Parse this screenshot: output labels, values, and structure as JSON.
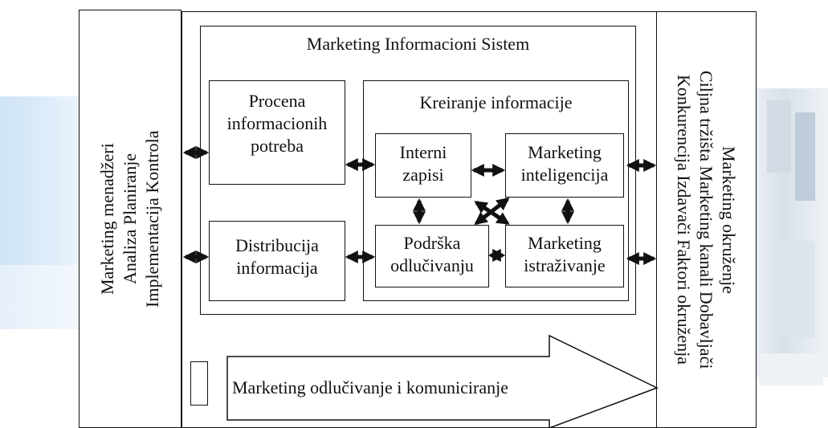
{
  "left_panel": {
    "line1": "Marketing menadžeri",
    "line2": "Analiza Planiranje",
    "line3": "Implementacija Kontrola"
  },
  "right_panel": {
    "line1": "Marketing okruženje",
    "line2": "Ciljna tržišta Marketing kanali Dobavljači",
    "line3": "Konkurencija Izdavači Faktori okruženja"
  },
  "mis": {
    "title": "Marketing Informacioni Sistem",
    "assessment": [
      "Procena",
      "informacionih",
      "potreba"
    ],
    "distribution": [
      "Distribucija",
      "informacija"
    ],
    "creation": {
      "title": "Kreiranje informacije",
      "internal": [
        "Interni",
        "zapisi"
      ],
      "intelligence": [
        "Marketing",
        "inteligencija"
      ],
      "decision_support": [
        "Podrška",
        "odlučivanju"
      ],
      "research": [
        "Marketing",
        "istraživanje"
      ]
    }
  },
  "flow_arrow": {
    "label": "Marketing odlučivanje i komuniciranje"
  }
}
